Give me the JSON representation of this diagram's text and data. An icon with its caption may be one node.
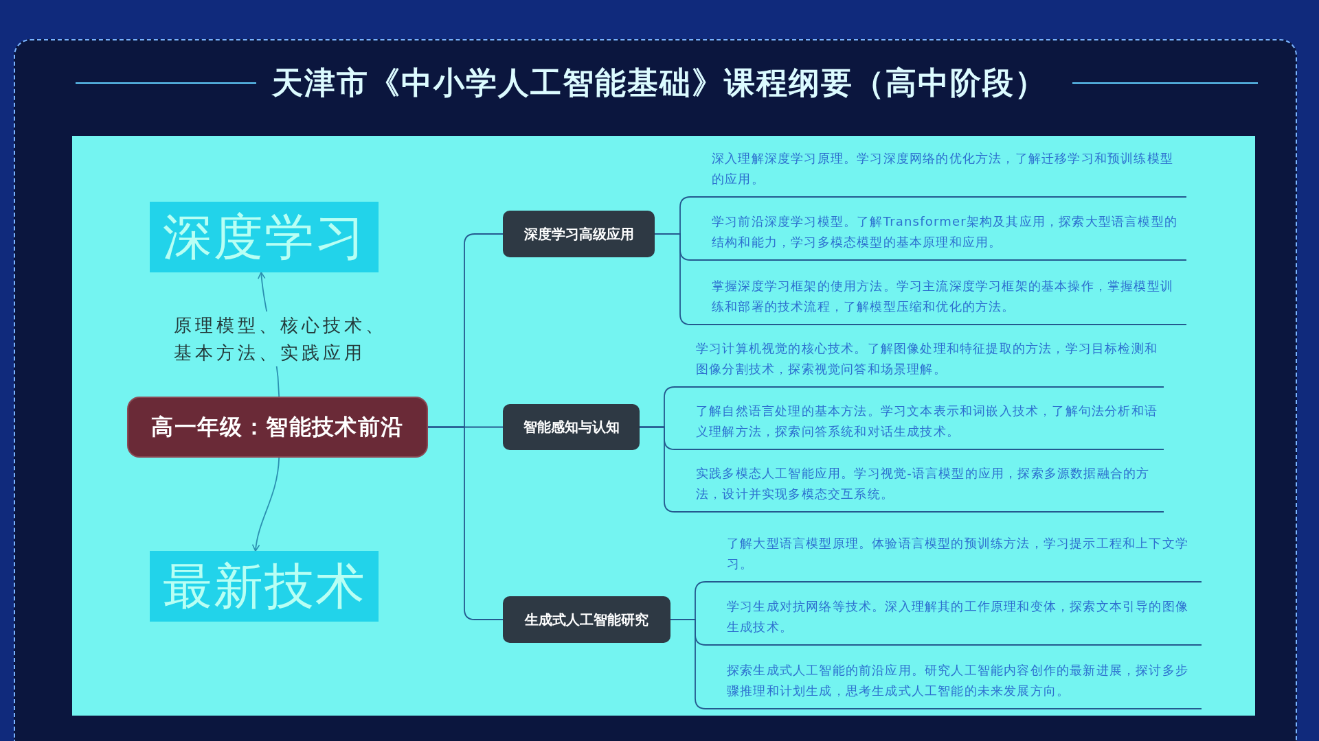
{
  "diagram": {
    "title": "天津市《中小学人工智能基础》课程纲要（高中阶段）",
    "nodes": [
      {
        "text": [
          "深度学习"
        ]
      },
      {
        "text": [
          "高一年级：智能技术前沿"
        ]
      },
      {
        "text": [
          "最新技术"
        ]
      },
      {
        "text": [
          "深度学习高级应用"
        ]
      },
      {
        "text": [
          "智能感知与认知"
        ]
      },
      {
        "text": [
          "生成式人工智能研究"
        ]
      },
      {
        "text": [
          "深入理解深度学习原理。学习深度网络的优化方法，了解迁移学习和预训练模型的应用。"
        ]
      },
      {
        "text": [
          "学习前沿深度学习模型。了解Transformer架构及其应用，探索大型语言模型的结构和能力，学习多模态模型的基本原理和应用。"
        ]
      },
      {
        "text": [
          "掌握深度学习框架的使用方法。学习主流深度学习框架的基本操作，掌握模型训练和部署的技术流程，了解模型压缩和优化的方法。"
        ]
      },
      {
        "text": [
          "学习计算机视觉的核心技术。了解图像处理和特征提取的方法，学习目标检测和图像分割技术，探索视觉问答和场景理解。"
        ]
      },
      {
        "text": [
          "了解自然语言处理的基本方法。学习文本表示和词嵌入技术，了解句法分析和语义理解方法，探索问答系统和对话生成技术。"
        ]
      },
      {
        "text": [
          "实践多模态人工智能应用。学习视觉-语言模型的应用，探索多源数据融合的方法，设计并实现多模态交互系统。"
        ]
      },
      {
        "text": [
          "了解大型语言模型原理。体验语言模型的预训练方法，学习提示工程和上下文学习。"
        ]
      },
      {
        "text": [
          "学习生成对抗网络等技术。深入理解其的工作原理和变体，探索文本引导的图像生成技术。"
        ]
      },
      {
        "text": [
          "探索生成式人工智能的前沿应用。研究人工智能内容创作的最新进展，探讨多步骤推理和计划生成，思考生成式人工智能的未来发展方向。"
        ]
      }
    ],
    "edges": [
      {
        "from": 1,
        "to": 0,
        "arrow": "to",
        "label": "原理模型、核心技术、基本方法、实践应用",
        "color": "#2b8fb0"
      },
      {
        "from": 1,
        "to": 2,
        "arrow": "to",
        "color": "#2b8fb0"
      },
      {
        "from": 1,
        "to": 3,
        "arrow": "none"
      },
      {
        "from": 1,
        "to": 4,
        "arrow": "none"
      },
      {
        "from": 1,
        "to": 5,
        "arrow": "none"
      },
      {
        "from": 3,
        "to": 6,
        "arrow": "none"
      },
      {
        "from": 3,
        "to": 7,
        "arrow": "none"
      },
      {
        "from": 3,
        "to": 8,
        "arrow": "none"
      },
      {
        "from": 4,
        "to": 9,
        "arrow": "none"
      },
      {
        "from": 4,
        "to": 10,
        "arrow": "none"
      },
      {
        "from": 4,
        "to": 11,
        "arrow": "none"
      },
      {
        "from": 5,
        "to": 12,
        "arrow": "none"
      },
      {
        "from": 5,
        "to": 13,
        "arrow": "none"
      },
      {
        "from": 5,
        "to": 14,
        "arrow": "none"
      }
    ]
  }
}
